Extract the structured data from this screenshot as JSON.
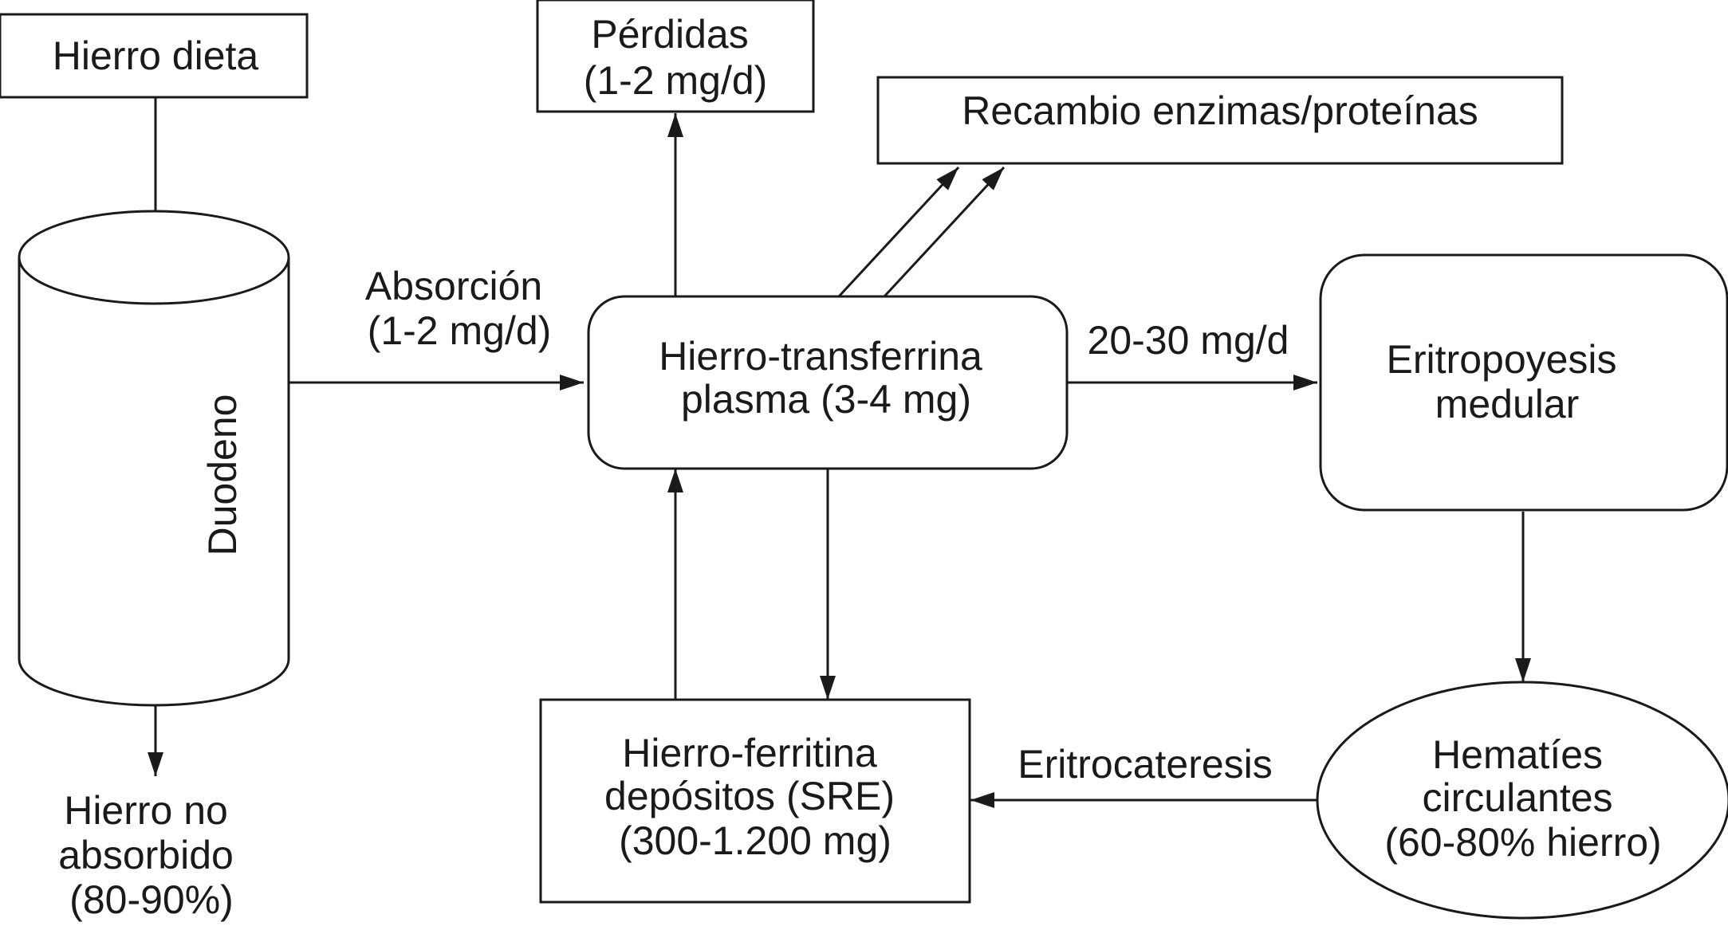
{
  "nodes": {
    "dietary_iron": {
      "lines": [
        "Hierro dieta"
      ]
    },
    "losses": {
      "lines": [
        "Pérdidas",
        "(1-2 mg/d)"
      ]
    },
    "turnover": {
      "lines": [
        "Recambio enzimas/proteínas"
      ]
    },
    "duodenum": {
      "lines": [
        "Duodeno"
      ]
    },
    "plasma_transferrin": {
      "lines": [
        "Hierro-transferrina",
        "plasma (3-4 mg)"
      ]
    },
    "marrow_erythropoiesis": {
      "lines": [
        "Eritropoyesis",
        "medular"
      ]
    },
    "ferritin_stores": {
      "lines": [
        "Hierro-ferritina",
        "depósitos (SRE)",
        "(300-1.200 mg)"
      ]
    },
    "circulating_rbc": {
      "lines": [
        "Hematíes",
        "circulantes",
        "(60-80% hierro)"
      ]
    },
    "unabsorbed_iron": {
      "lines": [
        "Hierro no",
        "absorbido",
        "(80-90%)"
      ]
    }
  },
  "edges": {
    "absorption": {
      "lines": [
        "Absorción",
        "(1-2 mg/d)"
      ]
    },
    "to_marrow": {
      "lines": [
        "20-30 mg/d"
      ]
    },
    "erythrocateresis": {
      "lines": [
        "Eritrocateresis"
      ]
    }
  },
  "colors": {
    "stroke": "#1a1a1a",
    "background": "#ffffff"
  }
}
